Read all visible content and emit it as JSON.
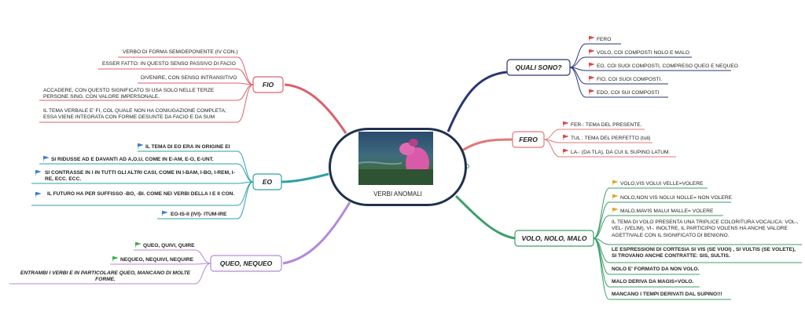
{
  "center": {
    "title": "VERBI ANOMALI"
  },
  "colors": {
    "quali": "#2a3575",
    "fero": "#e07a76",
    "volo": "#3d9e6a",
    "fio": "#d9626a",
    "eo": "#2ea2a6",
    "queo": "#b38ad6",
    "flag_red": "#d94a4a",
    "flag_blue": "#3c7fd6",
    "flag_yellow": "#d9a92a",
    "flag_green": "#3cae4a"
  },
  "branches": {
    "quali": {
      "label": "QUALI SONO?",
      "items": [
        "FERO",
        "VOLO, COI COMPOSTI NOLO E MALO",
        "EO, COI SUOI COMPOSTI, COMPRESO QUEO E NEQUEO",
        "FIO, COI SUOI COMPOSTI.",
        "EDO, COI SUI COMPOSTI"
      ]
    },
    "fero": {
      "label": "FERO",
      "items": [
        "FER-: TEMA DEL PRESENTE.",
        "TUL : TEMA DEL PERFETTO (tuli)",
        "LA-: (DA TLA), DA CUI IL SUPINO LATUM."
      ]
    },
    "volo": {
      "label": "VOLO, NOLO, MALO",
      "items": [
        "VOLO,VIS VOLUI VELLE=VOLERE",
        "NOLO,NON VIS NOLUI NOLLE= NON VOLERE",
        "MALO,MAVIS MALUI MALLE= VOLERE",
        "IL TEMA DI VOLO PRESENTA UNA TRIPLICE COLORITURA VOCALICA: VOL-, VEL- (VELIM), VI-. INOLTRE, IL PARTICIPIO VOLENS HA ANCHE VALORE AGETTIVALE CON IL SIGNIFICATO DI BENIGNO.",
        "LE ESPRESSIONI DI CORTESIA SI VIS (SE VUOI) , SI VULTIS (SE VOLETE), SI TROVANO ANCHE CONTRATTE: SIS, SULTIS.",
        "NOLO E' FORMATO DA NON VOLO.",
        "MALO DERIVA DA MAGIS+VOLO.",
        "MANCANO I TEMPI DERIVATI DAL SUPINO!!!"
      ]
    },
    "fio": {
      "label": "FIO",
      "items": [
        "VERBO DI FORMA SEMIDEPONENTE (IV CON.)",
        "ESSER FATTO: IN QUESTO SENSO PASSIVO DI FACIO",
        "DIVENIRE, CON SENSO INTRANSITIVO",
        "ACCADERE, CON QUESTO SIGNIFICATO SI USA SOLO NELLE TERZE PERSONE SING. CON VALORE IMPERSONALE.",
        "IL TEMA VERBALE E' FI, COL QUALE NON HA CONIUGAZIONE COMPLETA; ESSA VIENE INTEGRATA CON FORME DESUNTE DA FACIO E DA SUM"
      ]
    },
    "eo": {
      "label": "EO",
      "items": [
        "IL TEMA DI EO ERA IN ORIGINE EI",
        "SI RIDUSSE AD E DAVANTI AD A,O,U, COME IN E-AM, E-O, E-UNT.",
        "SI CONTRASSE IN I IN TUTTI GLI ALTRI CASI, COME IN I-BAM, I-BO, I-REM, I-RE, ECC. ECC.",
        "IL FUTURO HA PER SUFFISSO -BO, -BI. COME NEI VERBI DELLA I E II CON.",
        "EO-IS-II (IVI)- ITUM-IRE"
      ]
    },
    "queo": {
      "label": "QUEO, NEQUEO",
      "items": [
        "QUEO, QUIVI, QUIRE",
        "NEQUEO, NEQUIVI, NEQUIRE",
        "ENTRAMBI I VERBI E IN PARTICOLARE QUEO, MANCANO DI MOLTE FORME."
      ]
    }
  }
}
